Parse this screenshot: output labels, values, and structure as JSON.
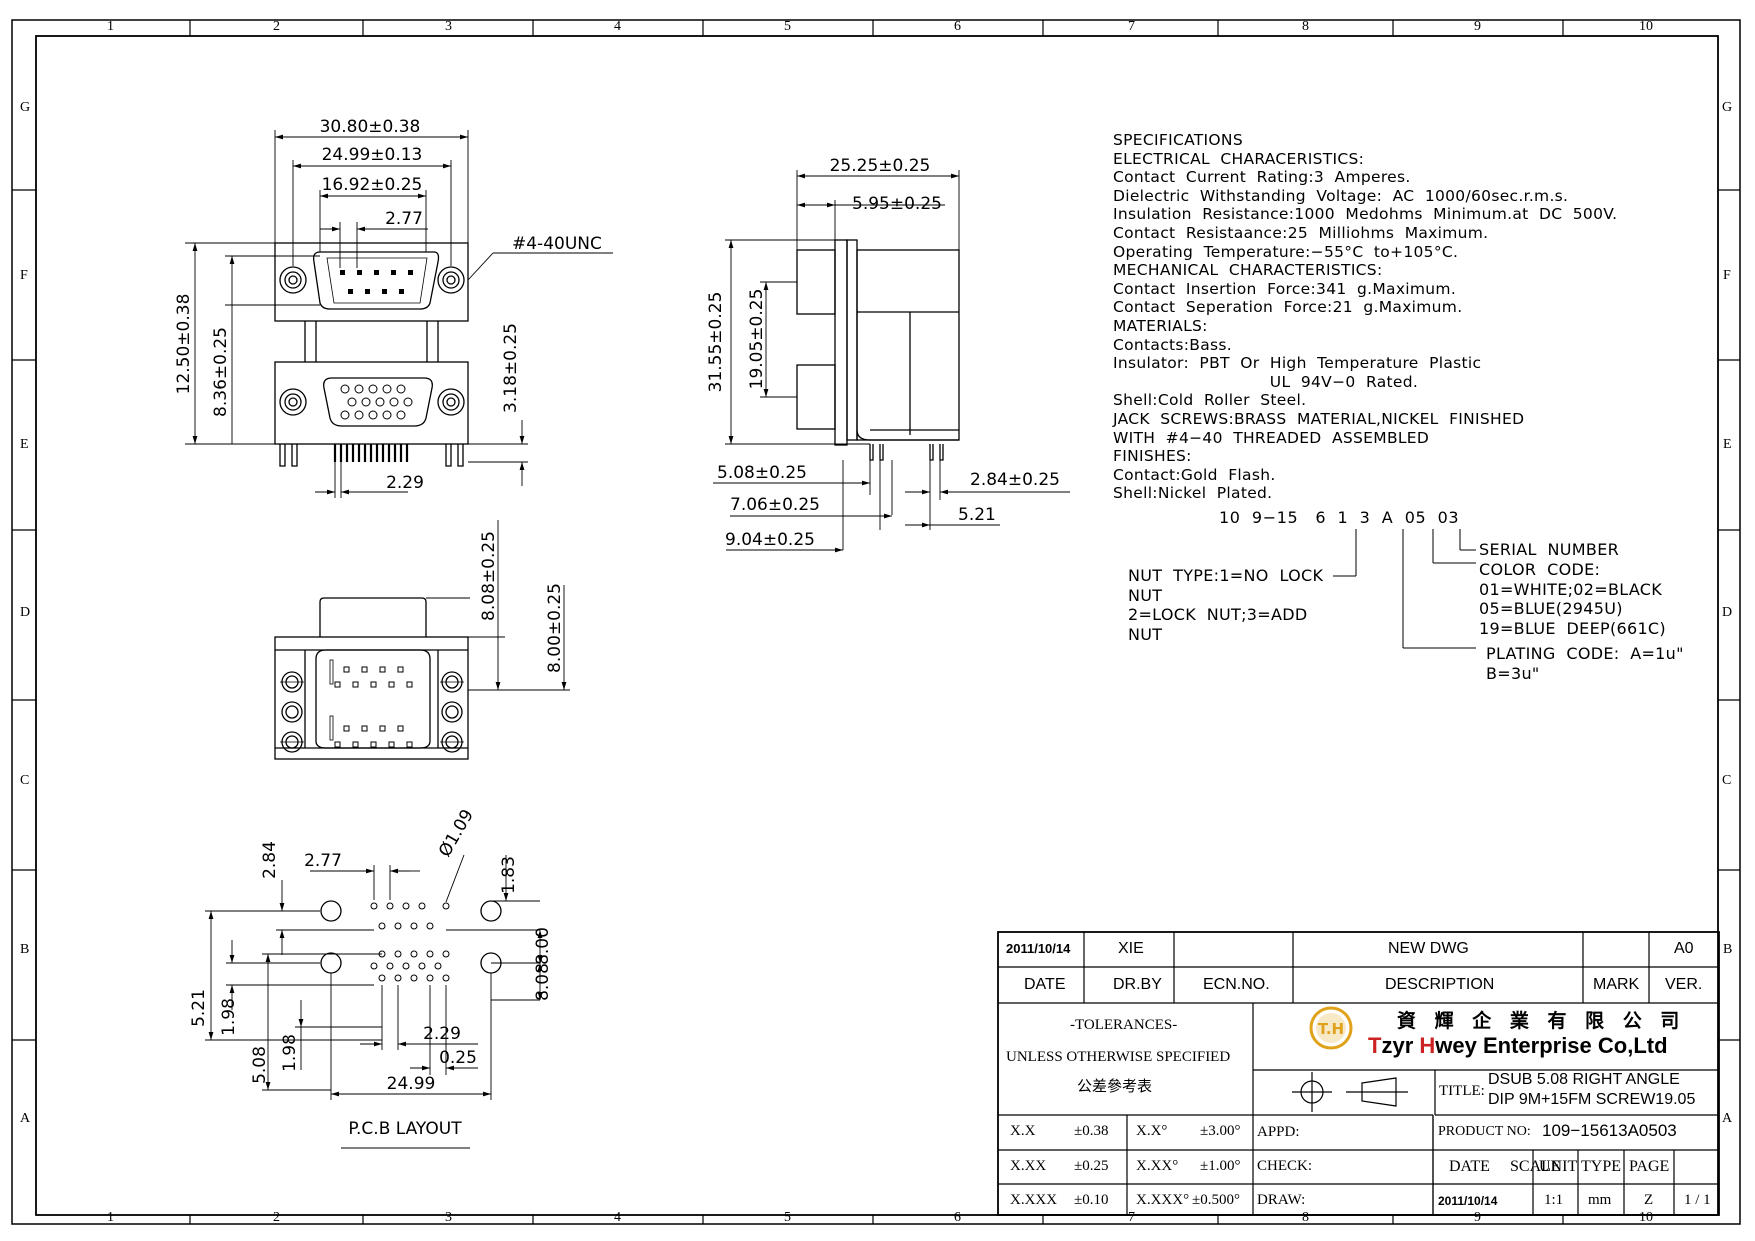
{
  "border": {
    "columns": [
      "1",
      "2",
      "3",
      "4",
      "5",
      "6",
      "7",
      "8",
      "9",
      "10"
    ],
    "rows": [
      "G",
      "F",
      "E",
      "D",
      "C",
      "B",
      "A"
    ]
  },
  "front_view": {
    "dims": [
      "30.80±0.38",
      "24.99±0.13",
      "16.92±0.25",
      "2.77",
      "12.50±0.38",
      "8.36±0.25",
      "3.18±0.25",
      "2.29"
    ],
    "callout": "#4-40UNC"
  },
  "side_view": {
    "dims": [
      "25.25±0.25",
      "5.95±0.25",
      "31.55±0.25",
      "19.05±0.25",
      "5.08±0.25",
      "7.06±0.25",
      "9.04±0.25",
      "2.84±0.25",
      "5.21"
    ]
  },
  "top_view": {
    "dims": [
      "8.08±0.25",
      "8.00±0.25"
    ]
  },
  "pcb": {
    "dims": [
      "2.84",
      "2.77",
      "Ø1.09",
      "1.83",
      "8.00",
      "8.08",
      "5.21",
      "1.98",
      "1.98",
      "5.08",
      "2.29",
      "0.25",
      "24.99"
    ],
    "caption": "P.C.B  LAYOUT"
  },
  "specifications": [
    "SPECIFICATIONS",
    "ELECTRICAL  CHARACERISTICS:",
    "Contact  Current  Rating:3  Amperes.",
    "Dielectric  Withstanding  Voltage:  AC  1000/60sec.r.m.s.",
    "Insulation  Resistance:1000  Medohms  Minimum.at  DC  500V.",
    "Contact  Resistaance:25  Milliohms  Maximum.",
    "Operating  Temperature:−55°C  to+105°C.",
    "MECHANICAL  CHARACTERISTICS:",
    "Contact  Insertion  Force:341  g.Maximum.",
    "Contact  Seperation  Force:21  g.Maximum.",
    "MATERIALS:",
    "Contacts:Bass.",
    "Insulator:  PBT  Or  High  Temperature  Plastic",
    "                              UL  94V−0  Rated.",
    "Shell:Cold  Roller  Steel.",
    "JACK  SCREWS:BRASS  MATERIAL,NICKEL  FINISHED",
    "WITH  #4−40  THREADED  ASSEMBLED",
    "FINISHES:",
    "Contact:Gold  Flash.",
    "Shell:Nickel  Plated."
  ],
  "part_code": {
    "code": "10  9−15   6  1  3  A  05  03",
    "nut_type": "NUT  TYPE:1=NO  LOCK\nNUT\n2=LOCK  NUT;3=ADD\nNUT",
    "serial": "SERIAL  NUMBER",
    "color": "COLOR  CODE:\n01=WHITE;02=BLACK\n05=BLUE(2945U)\n19=BLUE  DEEP(661C)",
    "plating": "PLATING  CODE:  A=1u\"\nB=3u\""
  },
  "title_block": {
    "revision": {
      "date": "2011/10/14",
      "drawn_by": "XIE",
      "ecn": "",
      "description": "NEW  DWG",
      "mark": "",
      "version": "A0"
    },
    "revision_headers": {
      "date": "DATE",
      "drawn_by": "DR.BY",
      "ecn": "ECN.NO.",
      "description": "DESCRIPTION",
      "mark": "MARK",
      "version": "VER."
    },
    "tolerances": [
      "-TOLERANCES-",
      "UNLESS OTHERWISE SPECIFIED",
      "公差參考表"
    ],
    "tolerance_rows": [
      {
        "fmt": "X.X",
        "tol": "±0.38",
        "afmt": "X.X°",
        "atol": "±3.00°"
      },
      {
        "fmt": "X.XX",
        "tol": "±0.25",
        "afmt": "X.XX°",
        "atol": "±1.00°"
      },
      {
        "fmt": "X.XXX",
        "tol": "±0.10",
        "afmt": "X.XXX°",
        "atol": "±0.500°"
      }
    ],
    "logo_text": "T.H",
    "company_cn": "資 輝 企 業 有 限 公 司",
    "company_en_1": "T",
    "company_en_2": "zyr ",
    "company_en_3": "H",
    "company_en_4": "wey Enterprise Co,Ltd",
    "title_label": "TITLE:",
    "title_line1": "DSUB  5.08 RIGHT ANGLE",
    "title_line2": "DIP 9M+15FM SCREW19.05",
    "appd": "APPD:",
    "check": "CHECK:",
    "draw": "DRAW:",
    "product_no_label": "PRODUCT NO:",
    "product_no": "109−15613A0503",
    "footer_headers": [
      "DATE",
      "SCALE",
      "UNIT",
      "TYPE",
      "PAGE"
    ],
    "footer_values": [
      "2011/10/14",
      "1:1",
      "mm",
      "Z",
      "1 / 1"
    ],
    "colors": {
      "logo_gold": "#e0a21a",
      "logo_red": "#cc2222"
    }
  }
}
